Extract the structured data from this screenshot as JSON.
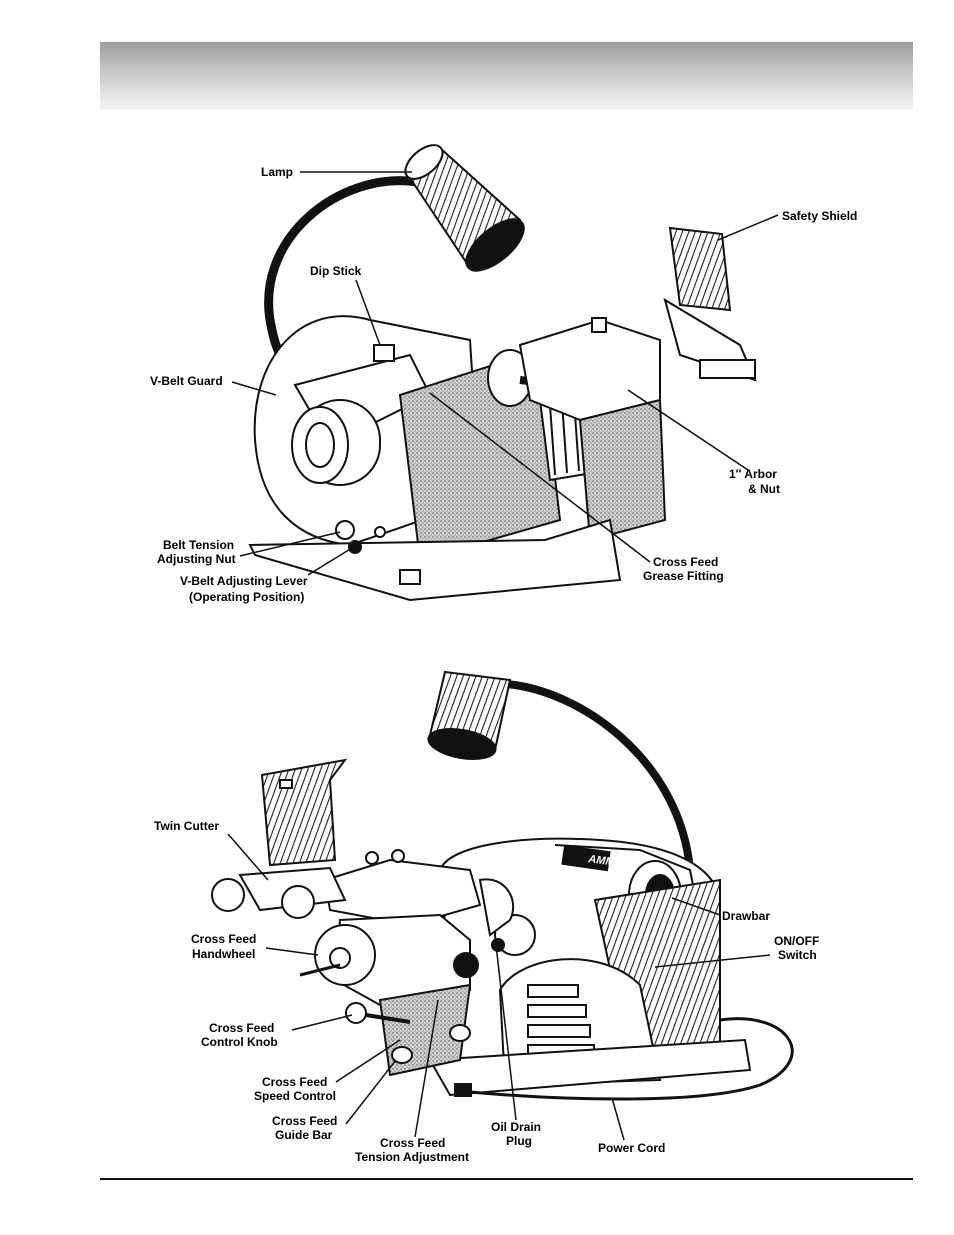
{
  "figure_top": {
    "labels": {
      "lamp": "Lamp",
      "safety_shield": "Safety Shield",
      "dip_stick": "Dip Stick",
      "v_belt_guard": "V-Belt Guard",
      "arbor_line1": "1″ Arbor",
      "arbor_line2": "& Nut",
      "belt_tension_line1": "Belt Tension",
      "belt_tension_line2": "Adjusting Nut",
      "v_belt_lever_line1": "V-Belt Adjusting Lever",
      "v_belt_lever_line2": "(Operating Position)",
      "cross_feed_grease_line1": "Cross Feed",
      "cross_feed_grease_line2": "Grease Fitting"
    }
  },
  "figure_bottom": {
    "brand": "AMMCO",
    "labels": {
      "twin_cutter": "Twin Cutter",
      "drawbar": "Drawbar",
      "on_off_line1": "ON/OFF",
      "on_off_line2": "Switch",
      "handwheel_line1": "Cross Feed",
      "handwheel_line2": "Handwheel",
      "control_knob_line1": "Cross Feed",
      "control_knob_line2": "Control Knob",
      "speed_control_line1": "Cross Feed",
      "speed_control_line2": "Speed Control",
      "guide_bar_line1": "Cross Feed",
      "guide_bar_line2": "Guide Bar",
      "tension_adj_line1": "Cross Feed",
      "tension_adj_line2": "Tension Adjustment",
      "oil_drain_line1": "Oil Drain",
      "oil_drain_line2": "Plug",
      "power_cord": "Power Cord"
    }
  }
}
